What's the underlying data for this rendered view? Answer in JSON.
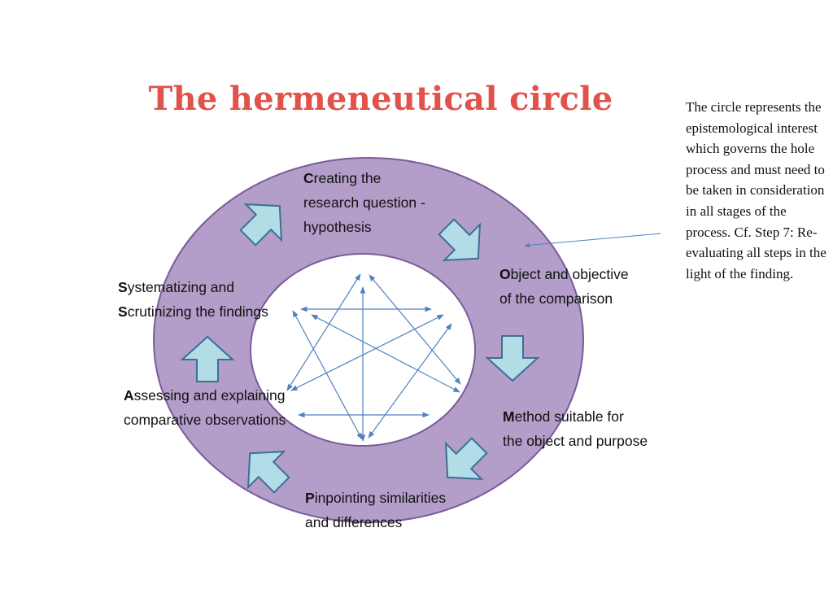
{
  "title": "The hermeneutical circle",
  "colors": {
    "title": "#e0524a",
    "ring": "#b39dc9",
    "ring_stroke": "#7b5a9c",
    "block_arrow": "#b3dde6",
    "block_arrow_stroke": "#3d6f96",
    "line_arrow": "#4f81bd"
  },
  "steps": [
    {
      "initial": "C",
      "line1": "reating the",
      "line2": "research question -",
      "line3": "hypothesis"
    },
    {
      "initial": "O",
      "line1": "bject and objective",
      "line2": "of the comparison"
    },
    {
      "initial": "M",
      "line1": "ethod suitable for",
      "line2": "the object and purpose"
    },
    {
      "initial": "P",
      "line1": "inpointing similarities",
      "line2": "and differences"
    },
    {
      "initial": "A",
      "line1": "ssessing and explaining",
      "line2": "comparative observations"
    },
    {
      "initial": "S",
      "line1": "ystematizing and",
      "initial2": "S",
      "line2": "crutinizing the findings"
    }
  ],
  "note": "The circle represents the epistemological interest which governs the hole process and must need to be taken in consideration in all stages of the process. Cf. Step 7: Re-evaluating all steps in the light of the finding."
}
